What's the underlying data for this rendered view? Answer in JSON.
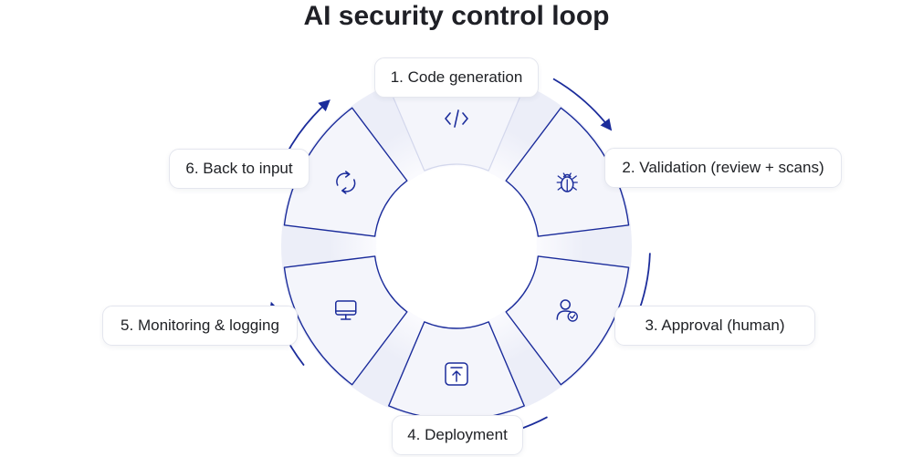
{
  "title": "AI security control loop",
  "steps": [
    {
      "label": "1. Code generation",
      "icon": "code-icon"
    },
    {
      "label": "2. Validation (review + scans)",
      "icon": "bug-icon"
    },
    {
      "label": "3. Approval (human)",
      "icon": "user-check-icon"
    },
    {
      "label": "4. Deployment",
      "icon": "upload-icon"
    },
    {
      "label": "5. Monitoring & logging",
      "icon": "monitor-icon"
    },
    {
      "label": "6. Back to input",
      "icon": "refresh-icon"
    }
  ],
  "colors": {
    "accent": "#1b2c9b",
    "segment_fill": "#f4f5fb",
    "segment_stroke_faint": "#d3d7ec",
    "ring_fill": "#f7f8fc",
    "text": "#202226"
  }
}
